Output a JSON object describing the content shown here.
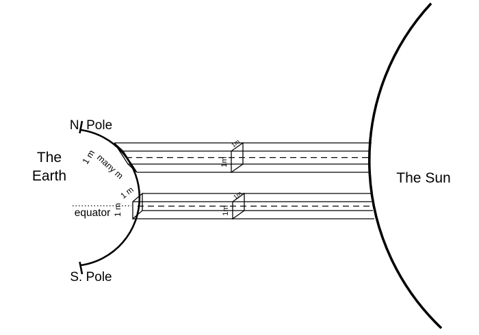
{
  "figure": {
    "description": "Diagram of sunlight beams from the Sun striking the Earth near the pole (spread over many meters) and at the equator (concentrated on one square meter)"
  },
  "labels": {
    "north_pole": "N. Pole",
    "earth_line1": "The",
    "earth_line2": "Earth",
    "equator": "equator",
    "south_pole": "S. Pole",
    "sun": "The Sun",
    "upper_patch_width": "1 m",
    "upper_patch_length": "many m",
    "upper_cube_side": "1m",
    "upper_cube_top": "1m",
    "lower_patch_top": "1 m",
    "lower_patch_side": "1 m",
    "lower_cube_side": "1m",
    "lower_cube_top": "1m"
  },
  "colors": {
    "line": "#000000",
    "background": "#ffffff"
  }
}
